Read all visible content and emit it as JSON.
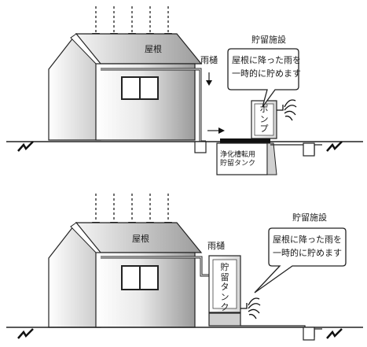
{
  "top": {
    "roof_label": "屋根",
    "gutter_label": "雨樋",
    "facility_label": "貯留施設",
    "bubble_line1": "屋根に降った雨を",
    "bubble_line2": "一時的に貯めます",
    "pump_label": "ポンプ",
    "tank_line1": "浄化槽転用",
    "tank_line2": "貯留タンク"
  },
  "bottom": {
    "roof_label": "屋根",
    "gutter_label": "雨樋",
    "facility_label": "貯留施設",
    "bubble_line1": "屋根に降った雨を",
    "bubble_line2": "一時的に貯めます",
    "tank_label": "貯留タンク"
  }
}
